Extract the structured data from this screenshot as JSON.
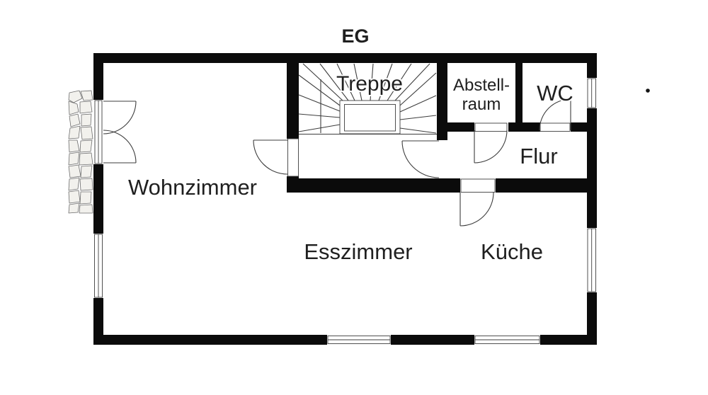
{
  "title": "EG",
  "rooms": {
    "treppe": {
      "label": "Treppe"
    },
    "abstellraum": {
      "line1": "Abstell-",
      "line2": "raum"
    },
    "wc": {
      "label": "WC"
    },
    "flur": {
      "label": "Flur"
    },
    "wohnzimmer": {
      "label": "Wohnzimmer"
    },
    "esszimmer": {
      "label": "Esszimmer"
    },
    "kueche": {
      "label": "Küche"
    }
  },
  "colors": {
    "wall": "#0b0b0b",
    "line": "#3d3d3d",
    "text": "#1f1f1f",
    "background": "#ffffff",
    "stone_fill": "#f2f1ed"
  }
}
